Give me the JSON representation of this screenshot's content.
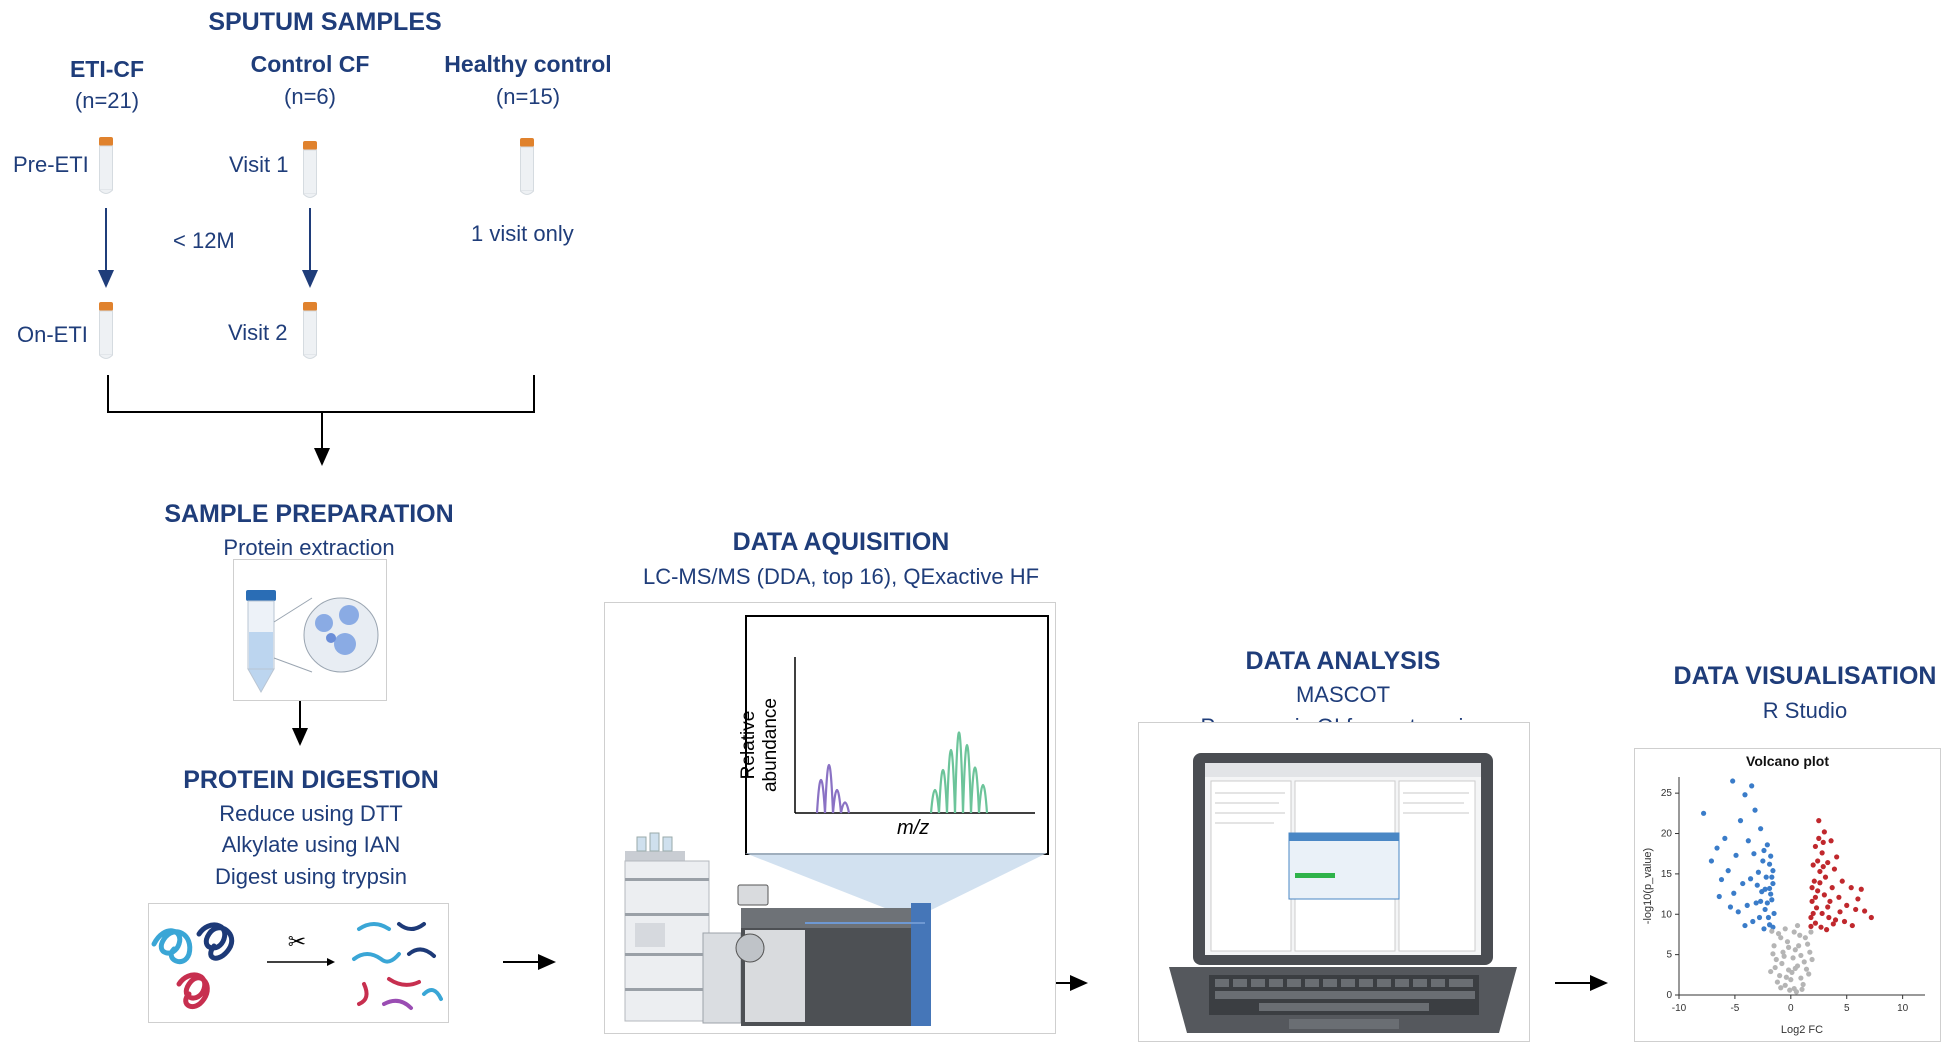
{
  "sputum": {
    "title": "SPUTUM SAMPLES",
    "groups": [
      {
        "name": "ETI-CF",
        "n": "(n=21)"
      },
      {
        "name": "Control CF",
        "n": "(n=6)"
      },
      {
        "name": "Healthy control",
        "n": "(n=15)"
      }
    ],
    "labels": {
      "pre_eti": "Pre-ETI",
      "on_eti": "On-ETI",
      "visit1": "Visit 1",
      "visit2": "Visit 2",
      "interval": "< 12M",
      "one_visit": "1 visit only"
    }
  },
  "sample_prep": {
    "title": "SAMPLE PREPARATION",
    "subtitle": "Protein extraction"
  },
  "digestion": {
    "title": "PROTEIN DIGESTION",
    "steps": [
      "Reduce using DTT",
      "Alkylate using IAN",
      "Digest using trypsin"
    ]
  },
  "acquisition": {
    "title": "DATA AQUISITION",
    "subtitle": "LC-MS/MS (DDA, top 16), QExactive HF",
    "spectrum": {
      "ylabel": "Relative abundance",
      "xlabel": "m/z"
    }
  },
  "analysis": {
    "title": "DATA ANALYSIS",
    "lines": [
      "MASCOT",
      "Progenesis QI for proteomics"
    ]
  },
  "visualisation": {
    "title": "DATA VISUALISATION",
    "subtitle": "R Studio",
    "colors": {
      "down": "#3a7cc9",
      "up": "#c0282d",
      "ns": "#b5b5b5"
    }
  },
  "chart_data": {
    "type": "scatter",
    "title": "Volcano plot",
    "xlabel": "Log2 FC",
    "ylabel": "-log10(p_value)",
    "xlim": [
      -10,
      12
    ],
    "ylim": [
      0,
      27
    ],
    "xticks": [
      "-10",
      "-5",
      "0",
      "5",
      "10"
    ],
    "yticks": [
      "0",
      "5",
      "10",
      "15",
      "20",
      "25"
    ],
    "series": [
      {
        "group": "down",
        "color": "#3a7cc9",
        "points": [
          [
            -7.8,
            22.5
          ],
          [
            -5.2,
            26.5
          ],
          [
            -4.1,
            24.8
          ],
          [
            -3.5,
            25.9
          ],
          [
            -4.5,
            21.6
          ],
          [
            -5.9,
            19.4
          ],
          [
            -6.6,
            18.2
          ],
          [
            -3.2,
            22.9
          ],
          [
            -2.7,
            20.6
          ],
          [
            -3.8,
            19.1
          ],
          [
            -4.9,
            17.3
          ],
          [
            -5.6,
            15.4
          ],
          [
            -6.2,
            14.3
          ],
          [
            -7.1,
            16.6
          ],
          [
            -3.3,
            17.5
          ],
          [
            -2.5,
            16.6
          ],
          [
            -2.1,
            18.6
          ],
          [
            -1.8,
            17.2
          ],
          [
            -2.9,
            15.2
          ],
          [
            -3.6,
            14.4
          ],
          [
            -4.3,
            13.8
          ],
          [
            -5.1,
            12.6
          ],
          [
            -6.4,
            12.2
          ],
          [
            -2.2,
            14.6
          ],
          [
            -1.6,
            15.4
          ],
          [
            -1.9,
            13.2
          ],
          [
            -2.6,
            12.8
          ],
          [
            -3.1,
            11.4
          ],
          [
            -3.9,
            11.1
          ],
          [
            -4.7,
            10.3
          ],
          [
            -5.4,
            10.9
          ],
          [
            -1.7,
            11.8
          ],
          [
            -2.3,
            10.6
          ],
          [
            -1.5,
            10.1
          ],
          [
            -2.8,
            9.6
          ],
          [
            -3.4,
            9.1
          ],
          [
            -1.9,
            8.7
          ],
          [
            -2.4,
            8.2
          ],
          [
            -1.6,
            8.4
          ],
          [
            -4.1,
            8.6
          ],
          [
            -1.8,
            12.5
          ],
          [
            -2.0,
            9.6
          ],
          [
            -1.6,
            13.8
          ],
          [
            -2.1,
            11.4
          ],
          [
            -1.7,
            14.6
          ],
          [
            -2.7,
            11.6
          ],
          [
            -2.3,
            13.1
          ],
          [
            -3.0,
            13.6
          ],
          [
            -1.9,
            16.2
          ],
          [
            -2.4,
            17.9
          ]
        ]
      },
      {
        "group": "up",
        "color": "#c0282d",
        "points": [
          [
            2.5,
            21.6
          ],
          [
            3.0,
            20.2
          ],
          [
            3.6,
            19.1
          ],
          [
            2.2,
            18.4
          ],
          [
            2.8,
            17.6
          ],
          [
            3.3,
            16.4
          ],
          [
            4.1,
            17.1
          ],
          [
            2.0,
            16.1
          ],
          [
            2.6,
            15.3
          ],
          [
            3.1,
            14.6
          ],
          [
            3.9,
            15.6
          ],
          [
            4.6,
            14.1
          ],
          [
            5.4,
            13.3
          ],
          [
            6.3,
            13.1
          ],
          [
            2.1,
            14.1
          ],
          [
            2.4,
            12.9
          ],
          [
            3.0,
            12.4
          ],
          [
            3.5,
            11.6
          ],
          [
            4.3,
            12.1
          ],
          [
            5.0,
            11.1
          ],
          [
            5.8,
            10.6
          ],
          [
            6.6,
            10.4
          ],
          [
            7.2,
            9.6
          ],
          [
            1.9,
            11.6
          ],
          [
            2.3,
            10.8
          ],
          [
            2.8,
            10.1
          ],
          [
            3.4,
            9.6
          ],
          [
            4.0,
            9.3
          ],
          [
            4.8,
            9.1
          ],
          [
            5.5,
            8.6
          ],
          [
            1.8,
            9.6
          ],
          [
            2.2,
            8.9
          ],
          [
            2.7,
            8.4
          ],
          [
            3.2,
            8.1
          ],
          [
            6.0,
            11.9
          ],
          [
            2.5,
            19.4
          ],
          [
            1.9,
            13.3
          ],
          [
            2.6,
            13.9
          ],
          [
            3.7,
            13.3
          ],
          [
            2.9,
            15.9
          ],
          [
            2.2,
            12.1
          ],
          [
            3.3,
            10.9
          ],
          [
            2.0,
            10.1
          ],
          [
            4.4,
            10.3
          ],
          [
            1.8,
            8.5
          ],
          [
            2.4,
            16.6
          ],
          [
            2.9,
            18.9
          ],
          [
            3.8,
            8.8
          ]
        ]
      },
      {
        "group": "ns",
        "color": "#b5b5b5",
        "points": [
          [
            -0.5,
            1.2
          ],
          [
            0.3,
            0.8
          ],
          [
            -1.0,
            2.4
          ],
          [
            0.9,
            2.1
          ],
          [
            -0.2,
            3.1
          ],
          [
            0.6,
            3.6
          ],
          [
            -1.3,
            4.4
          ],
          [
            1.2,
            4.1
          ],
          [
            -0.7,
            5.3
          ],
          [
            0.4,
            5.6
          ],
          [
            -1.5,
            6.1
          ],
          [
            1.5,
            6.3
          ],
          [
            -0.9,
            7.1
          ],
          [
            0.8,
            7.4
          ],
          [
            -1.2,
            1.6
          ],
          [
            1.1,
            1.3
          ],
          [
            -0.4,
            2.2
          ],
          [
            0.2,
            4.6
          ],
          [
            -0.8,
            3.9
          ],
          [
            1.4,
            3.2
          ],
          [
            -1.6,
            5.1
          ],
          [
            1.7,
            5.3
          ],
          [
            -0.3,
            6.6
          ],
          [
            0.5,
            0.4
          ],
          [
            -0.1,
            0.6
          ],
          [
            -1.1,
            7.6
          ],
          [
            1.3,
            7.1
          ],
          [
            0.0,
            1.9
          ],
          [
            -0.6,
            4.8
          ],
          [
            0.7,
            6.1
          ],
          [
            1.8,
            7.8
          ],
          [
            -1.7,
            7.9
          ],
          [
            0.1,
            2.8
          ],
          [
            -0.9,
            0.9
          ],
          [
            1.0,
            0.7
          ],
          [
            -1.4,
            3.4
          ],
          [
            1.6,
            2.6
          ],
          [
            0.3,
            7.8
          ],
          [
            -0.5,
            8.2
          ],
          [
            0.6,
            8.6
          ],
          [
            -0.2,
            5.9
          ],
          [
            0.9,
            4.9
          ],
          [
            -1.8,
            2.9
          ],
          [
            1.9,
            4.4
          ],
          [
            0.4,
            3.3
          ]
        ]
      }
    ]
  }
}
